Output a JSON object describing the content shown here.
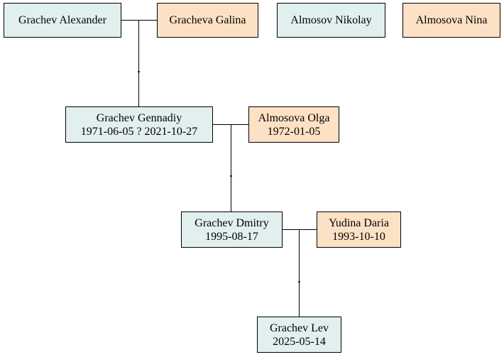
{
  "colors": {
    "male_fill": "#e1efee",
    "female_fill": "#fde1c5",
    "line": "#000000"
  },
  "people": {
    "grachev_alexander": {
      "name": "Grachev Alexander",
      "dates": "",
      "sex": "male"
    },
    "gracheva_galina": {
      "name": "Gracheva Galina",
      "dates": "",
      "sex": "female"
    },
    "almosov_nikolay": {
      "name": "Almosov Nikolay",
      "dates": "",
      "sex": "male"
    },
    "almosova_nina": {
      "name": "Almosova Nina",
      "dates": "",
      "sex": "female"
    },
    "grachev_gennadiy": {
      "name": "Grachev Gennadiy",
      "dates": "1971-06-05 ? 2021-10-27",
      "sex": "male"
    },
    "almosova_olga": {
      "name": "Almosova Olga",
      "dates": "1972-01-05",
      "sex": "female"
    },
    "grachev_dmitry": {
      "name": "Grachev Dmitry",
      "dates": "1995-08-17",
      "sex": "male"
    },
    "yudina_daria": {
      "name": "Yudina Daria",
      "dates": "1993-10-10",
      "sex": "female"
    },
    "grachev_lev": {
      "name": "Grachev Lev",
      "dates": "2025-05-14",
      "sex": "male"
    }
  }
}
